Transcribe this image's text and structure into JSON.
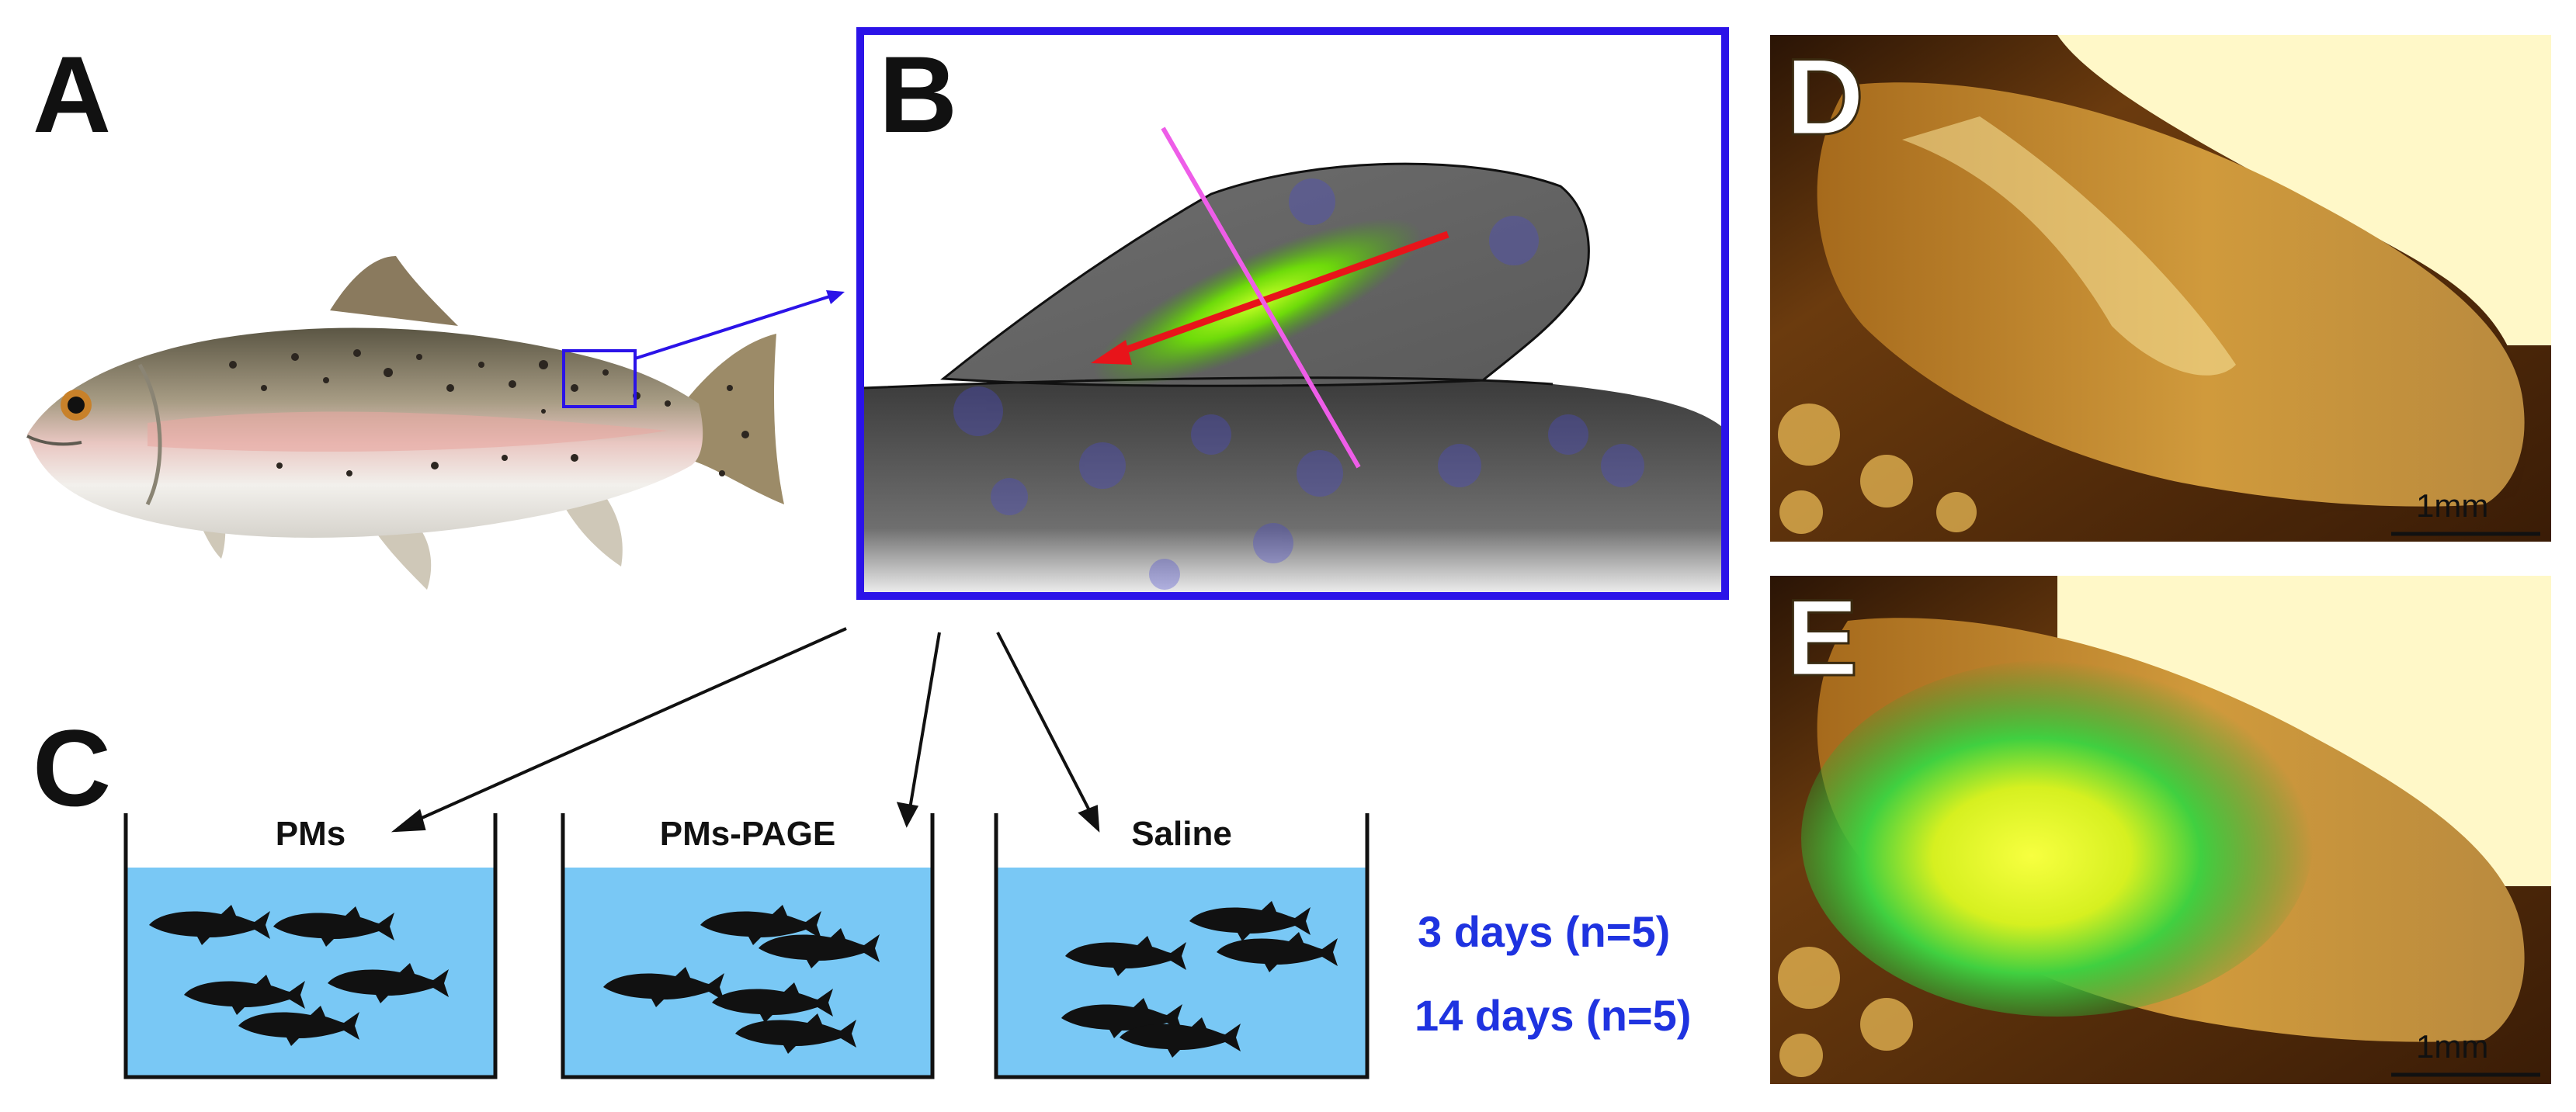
{
  "panels": {
    "a": "A",
    "b": "B",
    "c": "C",
    "d": "D",
    "e": "E"
  },
  "tanks": [
    {
      "label": "PMs"
    },
    {
      "label": "PMs-PAGE"
    },
    {
      "label": "Saline"
    }
  ],
  "durations": [
    "3 days (n=5)",
    "14 days (n=5)"
  ],
  "scale_bars": {
    "d": "1mm",
    "e": "1mm"
  },
  "colors": {
    "accent_blue": "#2b13e8",
    "duration_text": "#1f33e0",
    "water": "#79c8f5",
    "fluorescence": "#8cf000",
    "arrow_red": "#e8141a",
    "line_magenta": "#ee5de8"
  }
}
